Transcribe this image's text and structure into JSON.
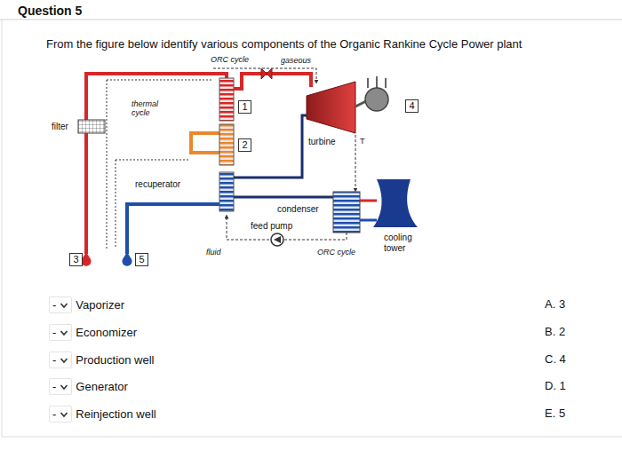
{
  "diagram": {
    "title": "Question 5",
    "nodes": [
      {
        "text": [
          "1"
        ]
      },
      {
        "text": [
          "4"
        ]
      },
      {
        "text": [
          "2"
        ]
      },
      {
        "text": [
          "3"
        ]
      },
      {
        "text": [
          "5"
        ]
      },
      {
        "text": [
          "-",
          "Vaporizer"
        ]
      },
      {
        "text": [
          "-",
          "Economizer"
        ]
      },
      {
        "text": [
          "-",
          "Production well"
        ]
      },
      {
        "text": [
          "-",
          "Generator"
        ]
      },
      {
        "text": [
          "-",
          "Reinjection well"
        ]
      }
    ],
    "labels": [
      "From the figure below identify various components of the Organic Rankine Cycle Power plant",
      "ORC cycle",
      "gaseous",
      "thermal cycle",
      "filter",
      "turbine",
      "T",
      "recuperator",
      "condenser",
      "feed pump",
      "fluid",
      "ORC cycle",
      "cooling tower",
      "A. 3",
      "B. 2",
      "C. 4",
      "D. 1",
      "E. 5"
    ]
  }
}
